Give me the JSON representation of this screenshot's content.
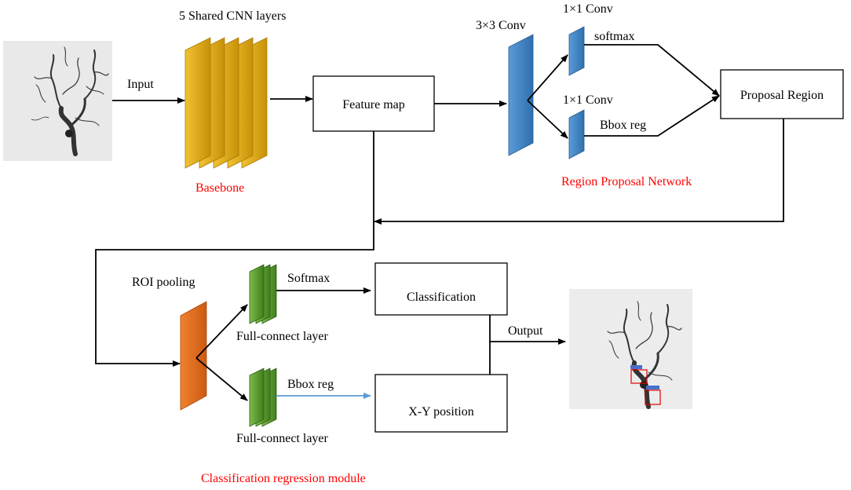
{
  "colors": {
    "backbone_layers": "#d9a10f",
    "rpn_layers": "#3f86c6",
    "roi_pooling_layer": "#e06a1b",
    "full_connect_layers": "#5a9a2c",
    "bbox_arrow": "#5b9bd5",
    "module_labels": "#ff0000"
  },
  "input_image": {
    "name": "angiography input image"
  },
  "output_image": {
    "name": "angiography output image with detection boxes"
  },
  "backbone": {
    "layers_label": "5 Shared CNN layers",
    "module_label": "Basebone",
    "input_label": "Input"
  },
  "feature_map": {
    "label": "Feature map"
  },
  "rpn": {
    "conv3_label": "3×3 Conv",
    "conv1_top_label": "1×1 Conv",
    "conv1_bottom_label": "1×1 Conv",
    "softmax_label": "softmax",
    "bbox_label": "Bbox reg",
    "module_label": "Region Proposal Network"
  },
  "proposal": {
    "label": "Proposal Region"
  },
  "head": {
    "roi_label": "ROI pooling",
    "softmax_label": "Softmax",
    "bbox_label": "Bbox reg",
    "fc_top_label": "Full-connect layer",
    "fc_bottom_label": "Full-connect layer",
    "classification_label": "Classification",
    "xy_label": "X-Y position",
    "output_label": "Output",
    "module_label": "Classification regression module"
  }
}
